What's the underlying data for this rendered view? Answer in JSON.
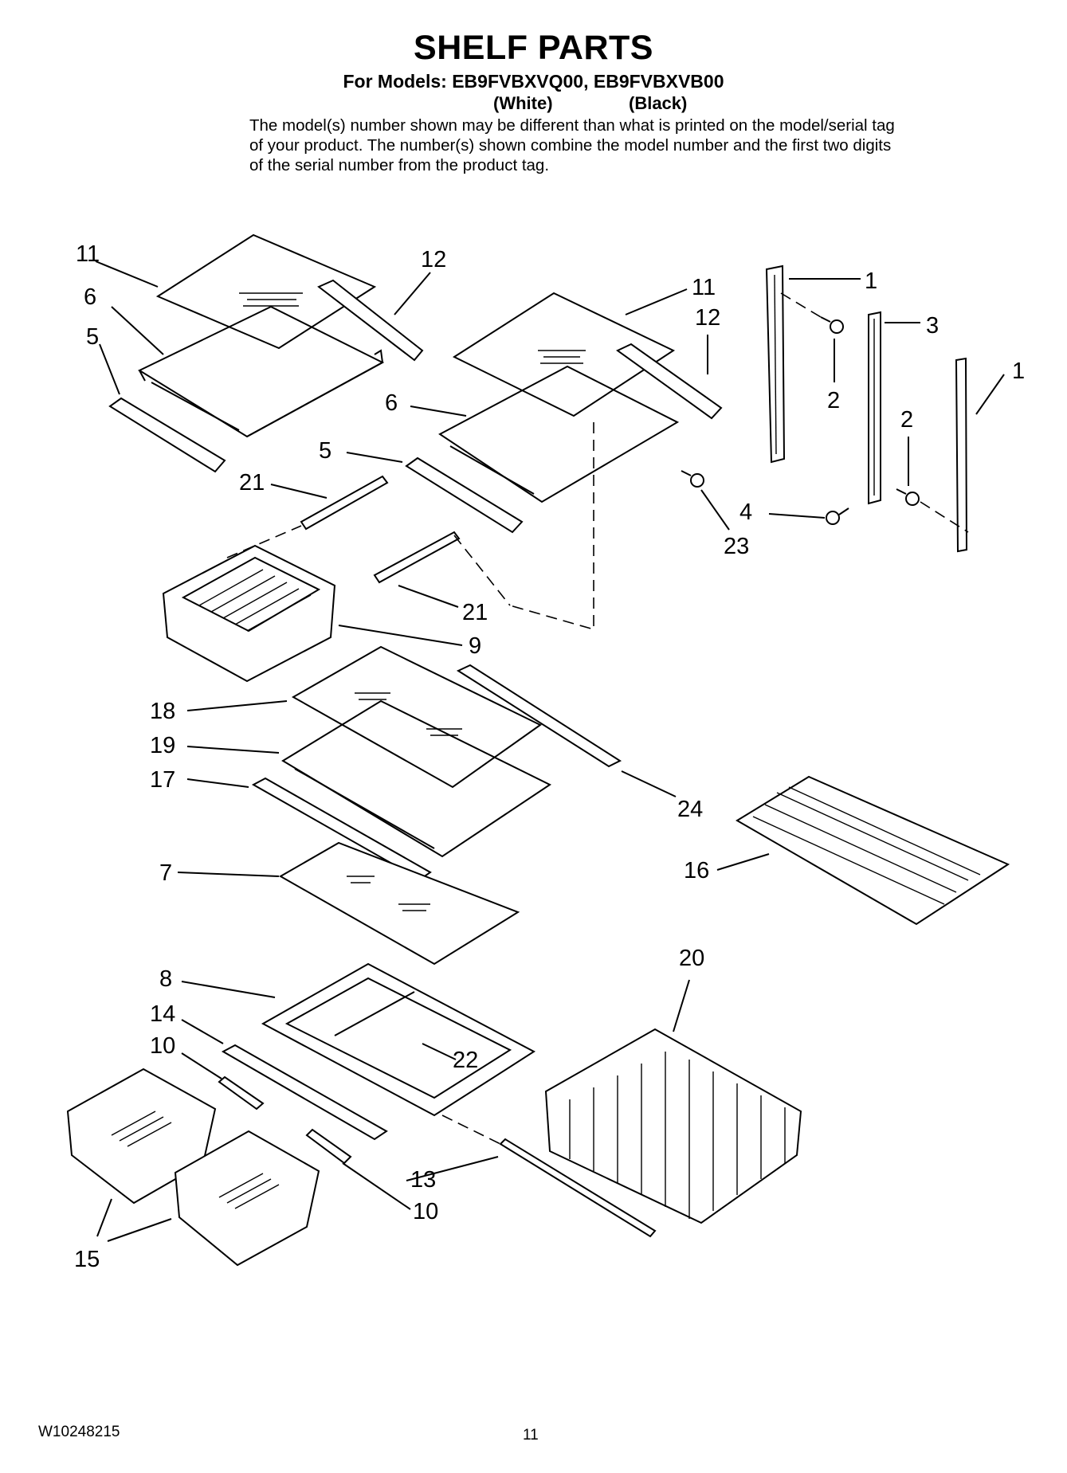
{
  "header": {
    "title": "SHELF PARTS",
    "models_line": "For Models: EB9FVBXVQ00, EB9FVBXVB00",
    "color_white": "(White)",
    "color_black": "(Black)",
    "note": "The model(s) number shown may be different than what is printed on the model/serial tag of your product. The number(s) shown combine the model number and the first two digits of the serial number from the product tag."
  },
  "callouts": {
    "c11a": "11",
    "c12a": "12",
    "c6a": "6",
    "c5a": "5",
    "c11b": "11",
    "c12b": "12",
    "c6b": "6",
    "c5b": "5",
    "c1a": "1",
    "c3": "3",
    "c1b": "1",
    "c2a": "2",
    "c2b": "2",
    "c4": "4",
    "c23": "23",
    "c21a": "21",
    "c21b": "21",
    "c9": "9",
    "c18": "18",
    "c19": "19",
    "c17": "17",
    "c24": "24",
    "c7": "7",
    "c16": "16",
    "c8": "8",
    "c14": "14",
    "c10a": "10",
    "c22": "22",
    "c20": "20",
    "c13": "13",
    "c10b": "10",
    "c15": "15"
  },
  "footer": {
    "doc_number": "W10248215",
    "page_number": "11"
  }
}
